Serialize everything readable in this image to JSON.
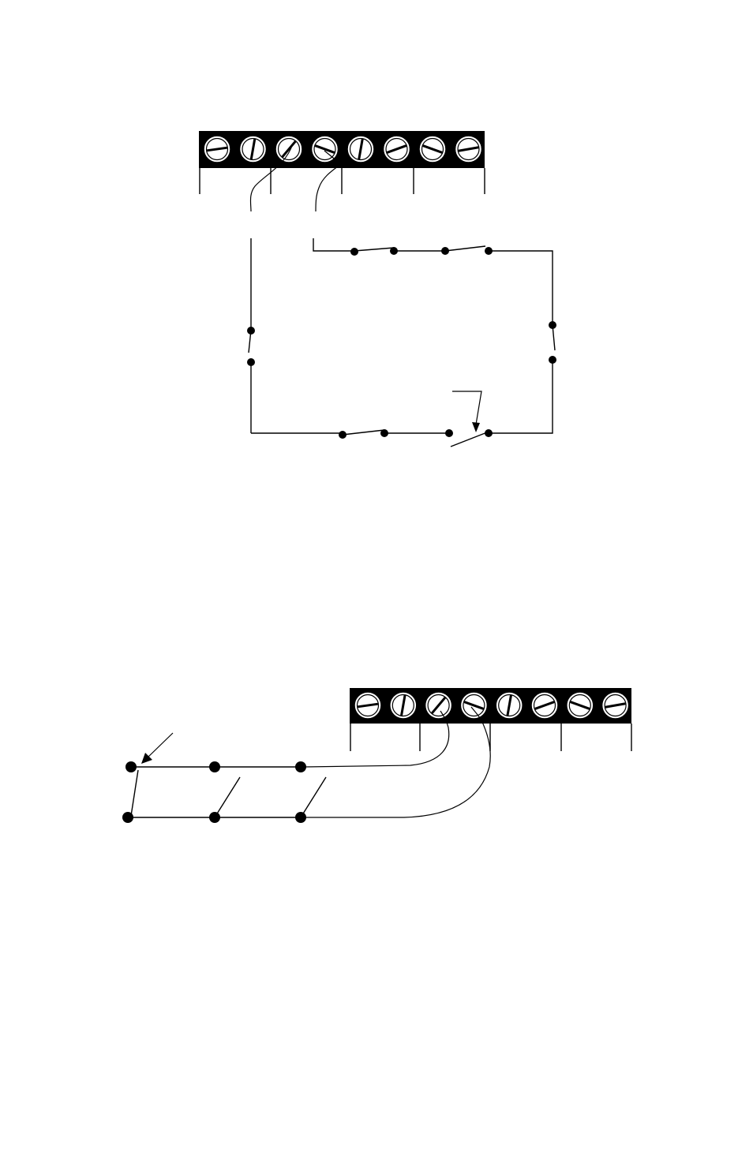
{
  "diagram": {
    "top_circuit": {
      "terminal_screw_count": 8,
      "loop_type": "series normally-closed loop",
      "switch_groups": [
        "top",
        "left",
        "right",
        "bottom"
      ]
    },
    "bottom_circuit": {
      "terminal_screw_count": 8,
      "loop_type": "parallel normally-open loop",
      "switch_count": 3
    },
    "colors": {
      "ink": "#000000",
      "background": "#ffffff"
    }
  }
}
